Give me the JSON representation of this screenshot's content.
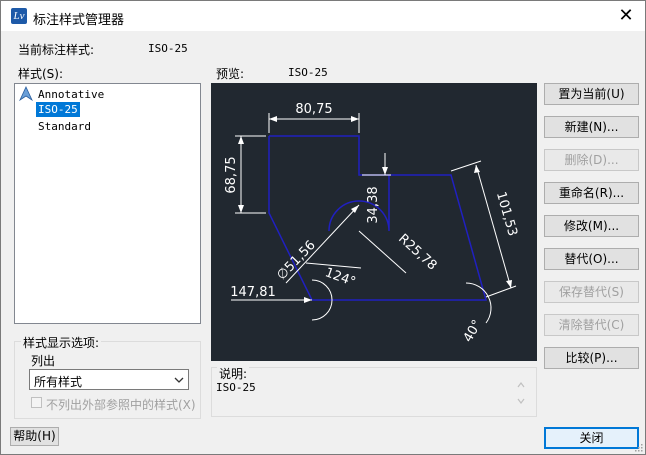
{
  "window": {
    "title": "标注样式管理器",
    "close_glyph": "✕",
    "icon_glyph": "Lv"
  },
  "current_style": {
    "label": "当前标注样式:",
    "value": "ISO-25"
  },
  "styles": {
    "label": "样式(S):",
    "items": [
      "Annotative",
      "ISO-25",
      "Standard"
    ],
    "selected": "ISO-25"
  },
  "preview": {
    "label": "预览:",
    "name": "ISO-25",
    "dims": {
      "top": "80,75",
      "left": "68,75",
      "inner": "34,38",
      "right": "101,53",
      "diameter": "∅51,56",
      "radius": "R25,78",
      "angle1": "124°",
      "angle2": "40°",
      "bottom": "147,81"
    }
  },
  "buttons": {
    "set_current": "置为当前(U)",
    "new": "新建(N)...",
    "delete": "删除(D)...",
    "rename": "重命名(R)...",
    "modify": "修改(M)...",
    "override": "替代(O)...",
    "save_override": "保存替代(S)",
    "clear_override": "清除替代(C)",
    "compare": "比较(P)...",
    "help": "帮助(H)",
    "close": "关闭"
  },
  "display_options": {
    "legend": "样式显示选项:",
    "list_label": "列出",
    "list_value": "所有样式",
    "xref_checkbox": "不列出外部参照中的样式(X)",
    "xref_checked": false
  },
  "description": {
    "label": "说明:",
    "text": "ISO-25"
  },
  "colors": {
    "preview_bg": "#212830",
    "geometry": "#2020c0",
    "selection": "#0078d7"
  }
}
